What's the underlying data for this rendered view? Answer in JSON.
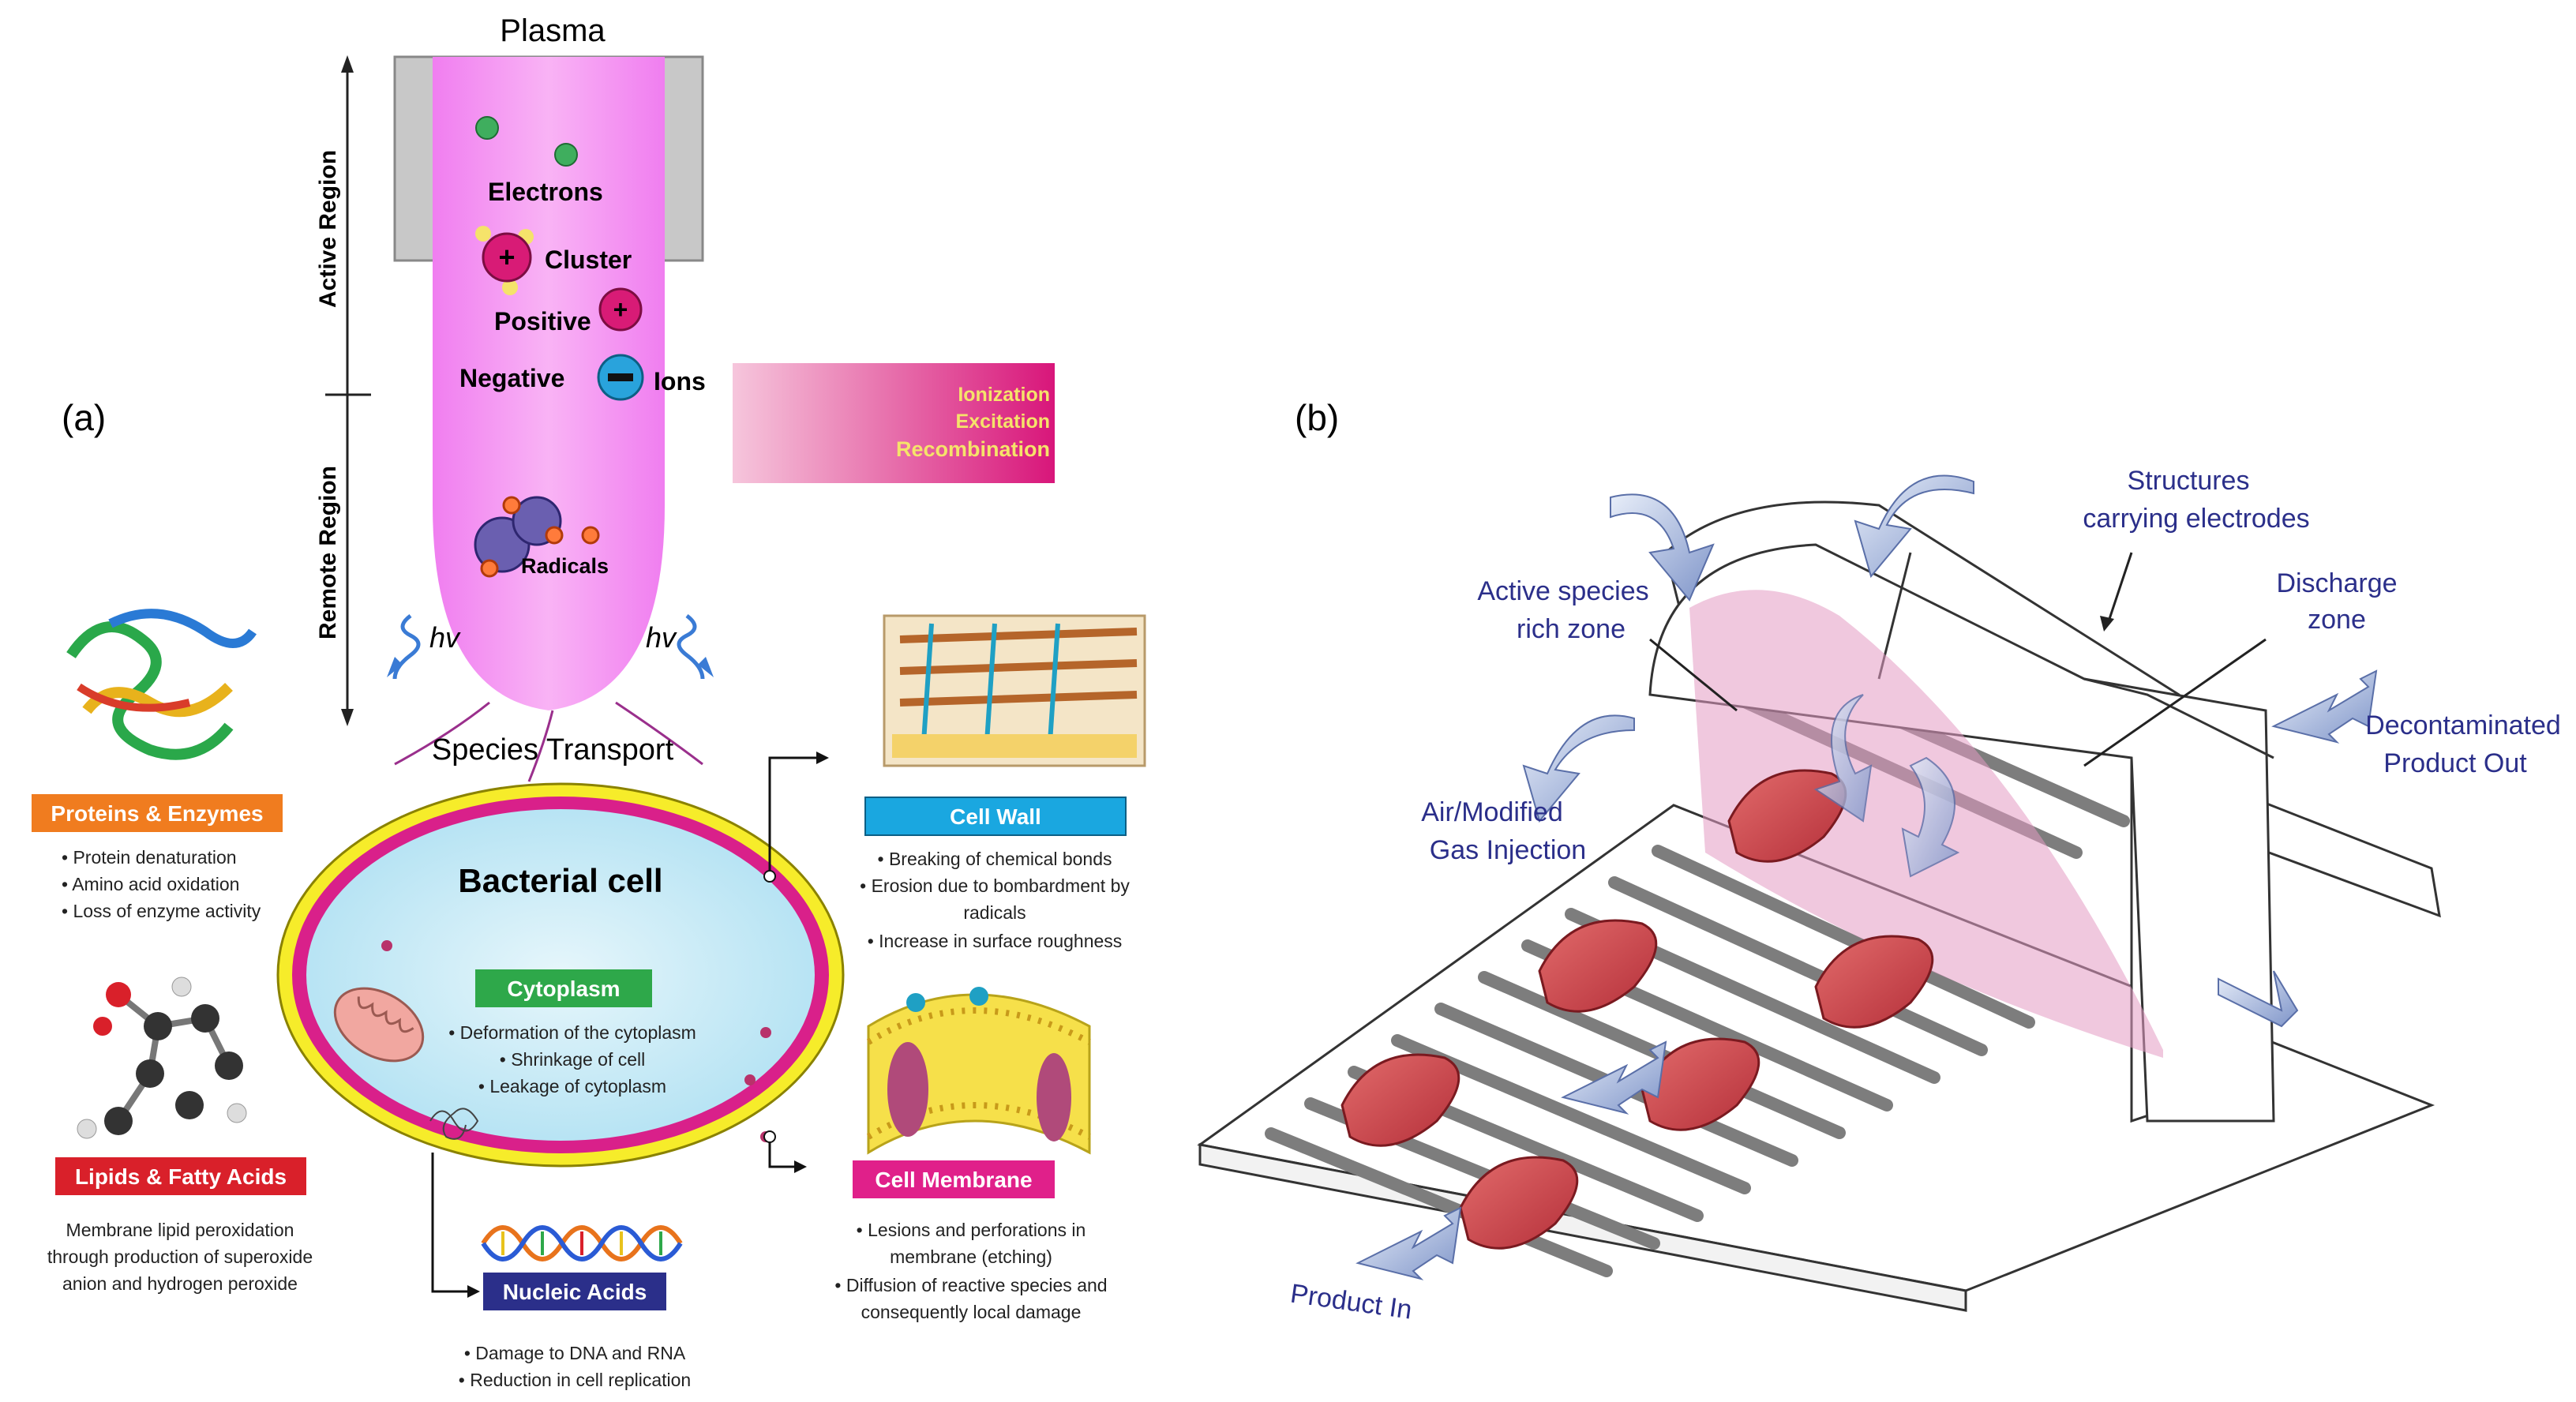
{
  "panel_a": {
    "label": "(a)",
    "plasma_title": "Plasma",
    "active_region": "Active Region",
    "remote_region": "Remote Region",
    "electrons": "Electrons",
    "cluster": "Cluster",
    "positive": "Positive",
    "negative": "Negative",
    "ions": "Ions",
    "radicals": "Radicals",
    "hv": "hv",
    "process_box": [
      "Ionization",
      "Excitation",
      "Recombination"
    ],
    "species_transport": "Species Transport",
    "bacterial_cell": "Bacterial cell",
    "proteins": {
      "title": "Proteins & Enzymes",
      "color": "#f07c1f",
      "bullets": [
        "Protein denaturation",
        "Amino acid oxidation",
        "Loss of enzyme activity"
      ]
    },
    "lipids": {
      "title": "Lipids & Fatty Acids",
      "color": "#d9202a",
      "bullets": [
        "Membrane lipid peroxidation",
        "through production of superoxide",
        "anion and hydrogen peroxide"
      ]
    },
    "cytoplasm": {
      "title": "Cytoplasm",
      "color": "#2ea84a",
      "bullets": [
        "Deformation of the cytoplasm",
        "Shrinkage of cell",
        "Leakage of cytoplasm"
      ]
    },
    "cell_wall": {
      "title": "Cell Wall",
      "color": "#1aa7e0",
      "bullets": [
        "Breaking of chemical bonds",
        "Erosion due to bombardment by",
        "radicals",
        "Increase in surface roughness"
      ]
    },
    "cell_membrane": {
      "title": "Cell Membrane",
      "color": "#e0208a",
      "bullets": [
        "Lesions and perforations in",
        "membrane (etching)",
        "Diffusion of reactive species and",
        "consequently local damage"
      ]
    },
    "nucleic_acids": {
      "title": "Nucleic Acids",
      "color": "#2b2f8a",
      "bullets": [
        "Damage to DNA and RNA",
        "Reduction in cell replication"
      ]
    }
  },
  "panel_b": {
    "label": "(b)",
    "structures": [
      "Structures",
      "carrying electrodes"
    ],
    "active_species": [
      "Active species",
      "rich zone"
    ],
    "discharge": [
      "Discharge",
      "zone"
    ],
    "decontaminated": [
      "Decontaminated",
      "Product Out"
    ],
    "air_injection": [
      "Air/Modified",
      "Gas Injection"
    ],
    "product_in": "Product In"
  }
}
